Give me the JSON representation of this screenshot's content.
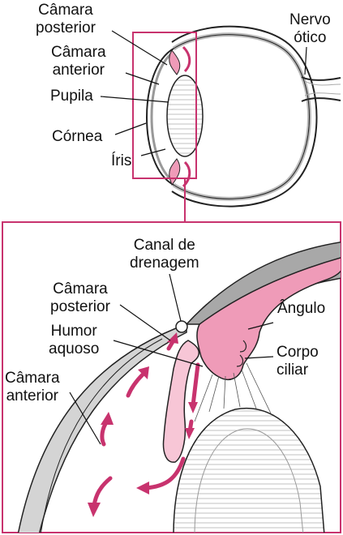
{
  "labels": {
    "top_camara_posterior": "Câmara\nposterior",
    "top_camara_anterior": "Câmara\nanterior",
    "pupila": "Pupila",
    "cornea": "Córnea",
    "iris": "Íris",
    "nervo_optico": "Nervo\nótico",
    "canal_drenagem": "Canal de\ndrenagem",
    "det_camara_posterior": "Câmara\nposterior",
    "angulo": "Ângulo",
    "humor_aquoso": "Humor\naquoso",
    "corpo_ciliar": "Corpo\nciliar",
    "det_camara_anterior": "Câmara\nanterior"
  },
  "colors": {
    "accent_pink": "#c8336e",
    "tissue_pink": "#ef9bb8",
    "tissue_light": "#f7c6d6",
    "sclera_gray": "#a8a8a8",
    "outline": "#222222"
  }
}
